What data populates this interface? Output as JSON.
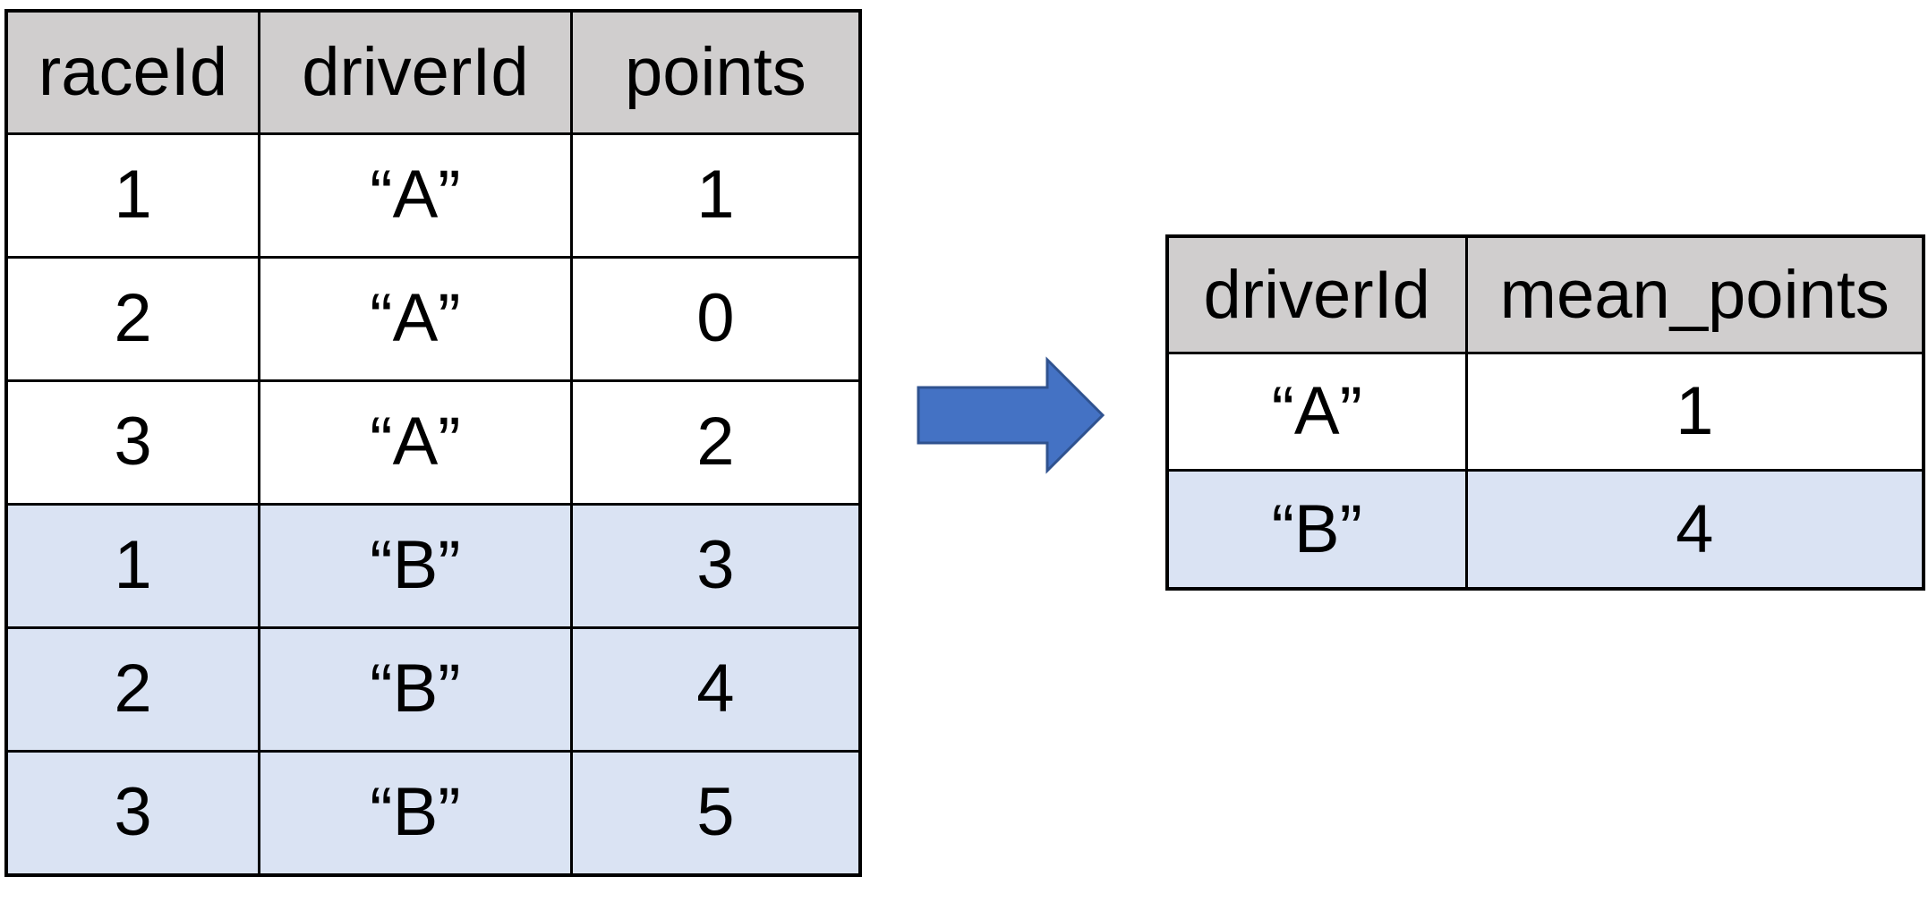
{
  "input_table": {
    "headers": [
      "raceId",
      "driverId",
      "points"
    ],
    "rows": [
      {
        "group": "A",
        "cells": [
          "1",
          "“A”",
          "1"
        ]
      },
      {
        "group": "A",
        "cells": [
          "2",
          "“A”",
          "0"
        ]
      },
      {
        "group": "A",
        "cells": [
          "3",
          "“A”",
          "2"
        ]
      },
      {
        "group": "B",
        "cells": [
          "1",
          "“B”",
          "3"
        ]
      },
      {
        "group": "B",
        "cells": [
          "2",
          "“B”",
          "4"
        ]
      },
      {
        "group": "B",
        "cells": [
          "3",
          "“B”",
          "5"
        ]
      }
    ]
  },
  "output_table": {
    "headers": [
      "driverId",
      "mean_points"
    ],
    "rows": [
      {
        "group": "A",
        "cells": [
          "“A”",
          "1"
        ]
      },
      {
        "group": "B",
        "cells": [
          "“B”",
          "4"
        ]
      }
    ]
  },
  "arrow": {
    "icon": "right-arrow-icon",
    "color": "#4472c4"
  },
  "colors": {
    "header_fill": "#d0cece",
    "group_a_fill": "#ffffff",
    "group_b_fill": "#dae3f3"
  }
}
